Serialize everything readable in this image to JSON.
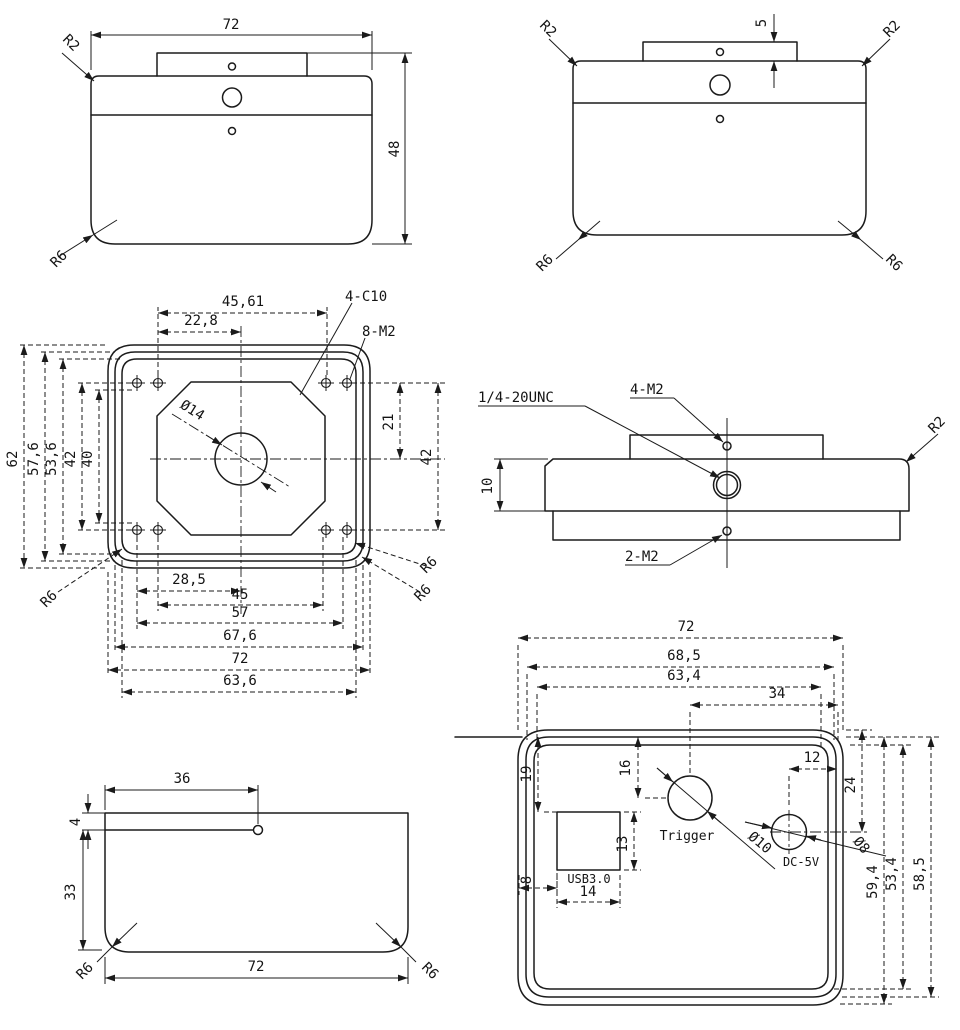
{
  "v1": {
    "w": "72",
    "h": "48",
    "r_top": "R2",
    "r_bot": "R6"
  },
  "v2": {
    "tab_h": "5",
    "r_tl": "R2",
    "r_tr": "R2",
    "r_bl": "R6",
    "r_br": "R6"
  },
  "v3": {
    "span_top": "45,61",
    "span_half": "22,8",
    "chamfer": "4-C10",
    "threads": "8-M2",
    "bore": "Ø14",
    "d21": "21",
    "d42r": "42",
    "d62": "62",
    "d57_6": "57,6",
    "d53_6": "53,6",
    "d42l": "42",
    "d40": "40",
    "d28_5": "28,5",
    "d45": "45",
    "d57": "57",
    "d67_6": "67,6",
    "d72": "72",
    "d63_6": "63,6",
    "r_bl": "R6",
    "r_br1": "R6",
    "r_br2": "R6"
  },
  "v4": {
    "thread": "1/4-20UNC",
    "m4": "4-M2",
    "m2": "2-M2",
    "r2": "R2",
    "d10": "10"
  },
  "v5": {
    "d36": "36",
    "d4": "4",
    "d33": "33",
    "d72": "72",
    "r_bl": "R6",
    "r_br": "R6"
  },
  "v6": {
    "d72": "72",
    "d68_5": "68,5",
    "d63_4": "63,4",
    "d34": "34",
    "d19": "19",
    "d16": "16",
    "trigger": "Trigger",
    "trigger_dia": "Ø10",
    "d12": "12",
    "dc": "DC-5V",
    "dc_dia": "Ø8",
    "d24": "24",
    "d59_4": "59,4",
    "d53_4": "53,4",
    "d58_5": "58,5",
    "d8": "8",
    "usb": "USB3.0",
    "d13": "13",
    "d14": "14"
  }
}
